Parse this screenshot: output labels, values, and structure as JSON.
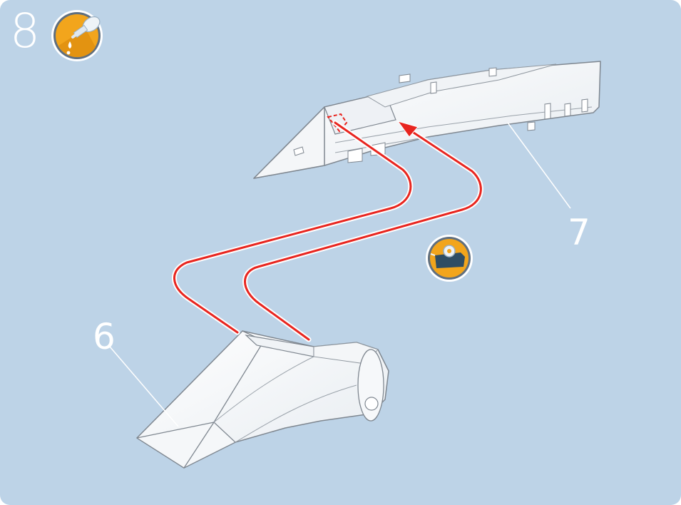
{
  "step": {
    "number": "8"
  },
  "icons": {
    "glue": "glue-tube-icon",
    "tape": "tape-dispenser-icon"
  },
  "parts": [
    {
      "id": "6",
      "label": "6"
    },
    {
      "id": "7",
      "label": "7"
    }
  ],
  "colors": {
    "background": "#bdd3e7",
    "arrow": "#e8251f",
    "part_fill": "#ffffff",
    "part_outline": "#7f8790",
    "icon_badge": "#f2a51c",
    "icon_ring": "#5f6f80",
    "label": "#ffffff"
  }
}
